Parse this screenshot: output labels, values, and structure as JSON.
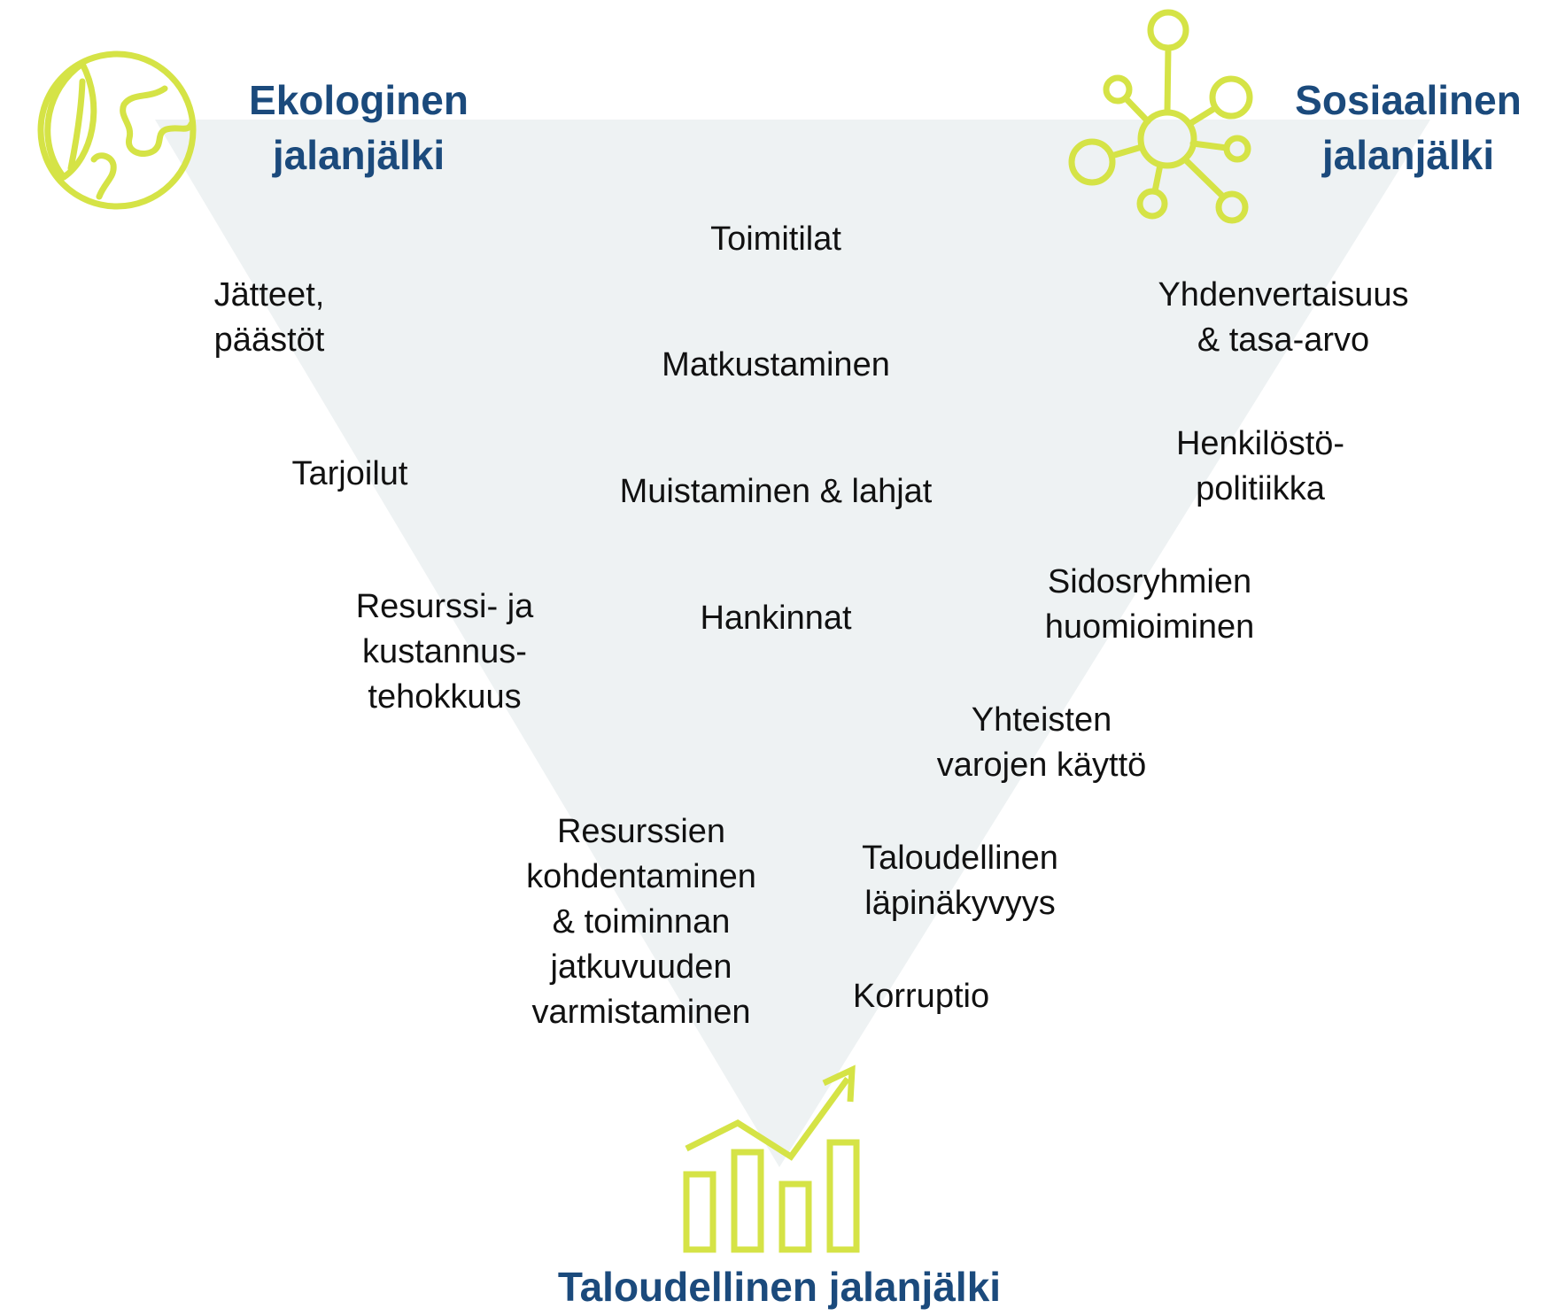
{
  "colors": {
    "triangle_fill": "#eef2f3",
    "icon_stroke": "#d5e346",
    "heading": "#1b4a7c",
    "text": "#111111"
  },
  "headings": {
    "ecological": "Ekologinen\njalanjälki",
    "social": "Sosiaalinen\njalanjälki",
    "economic": "Taloudellinen jalanjälki"
  },
  "icons": {
    "ecological": "globe-leaf-icon",
    "social": "network-nodes-icon",
    "economic": "growth-bar-chart-icon"
  },
  "items": {
    "jatteet": "Jätteet,\npäästöt",
    "tarjoilut": "Tarjoilut",
    "resurssi": "Resurssi- ja\nkustannus-\ntehokkuus",
    "toimitilat": "Toimitilat",
    "matkustaminen": "Matkustaminen",
    "muistaminen": "Muistaminen & lahjat",
    "hankinnat": "Hankinnat",
    "yhdenvertaisuus": "Yhdenvertaisuus\n& tasa-arvo",
    "henkilosto": "Henkilöstö-\npolitiikka",
    "sidosryhmat": "Sidosryhmien\nhuomioiminen",
    "yhteiset_varat": "Yhteisten\nvarojen käyttö",
    "resurssien_kohdentaminen": "Resurssien\nkohdentaminen\n& toiminnan\njatkuvuuden\nvarmistaminen",
    "taloudellinen_lapinakyvyys": "Taloudellinen\nläpinäkyvyys",
    "korruptio": "Korruptio"
  }
}
